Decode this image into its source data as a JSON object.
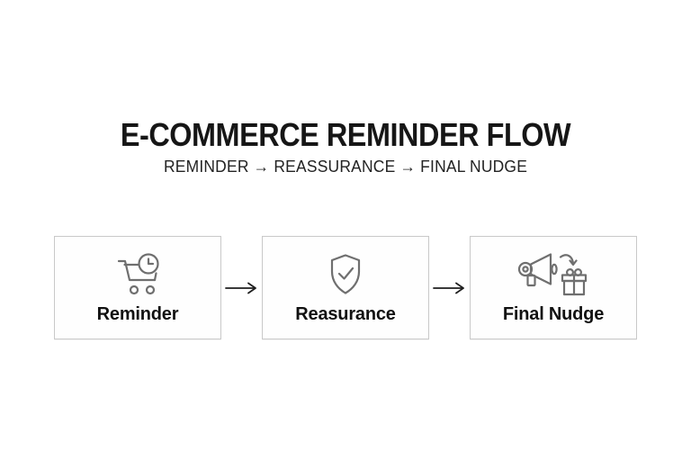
{
  "page": {
    "background_color": "#ffffff",
    "text_color": "#1a1a1a"
  },
  "header": {
    "title": "E-COMMERCE REMINDER FLOW",
    "subtitle": "REMINDER → REASSURANCE → FINAL NUDGE"
  },
  "flow": {
    "steps": [
      {
        "label": "Reminder",
        "icon": "cart-clock-icon"
      },
      {
        "label": "Reasurance",
        "icon": "shield-check-icon"
      },
      {
        "label": "Final Nudge",
        "icon": "megaphone-gift-icon"
      }
    ],
    "connectors": [
      {
        "icon": "arrow-right-icon"
      },
      {
        "icon": "arrow-right-icon"
      }
    ]
  },
  "colors": {
    "icon_stroke": "#6f6f6f",
    "box_border": "#c9c9c9",
    "arrow": "#1f1f1f"
  }
}
